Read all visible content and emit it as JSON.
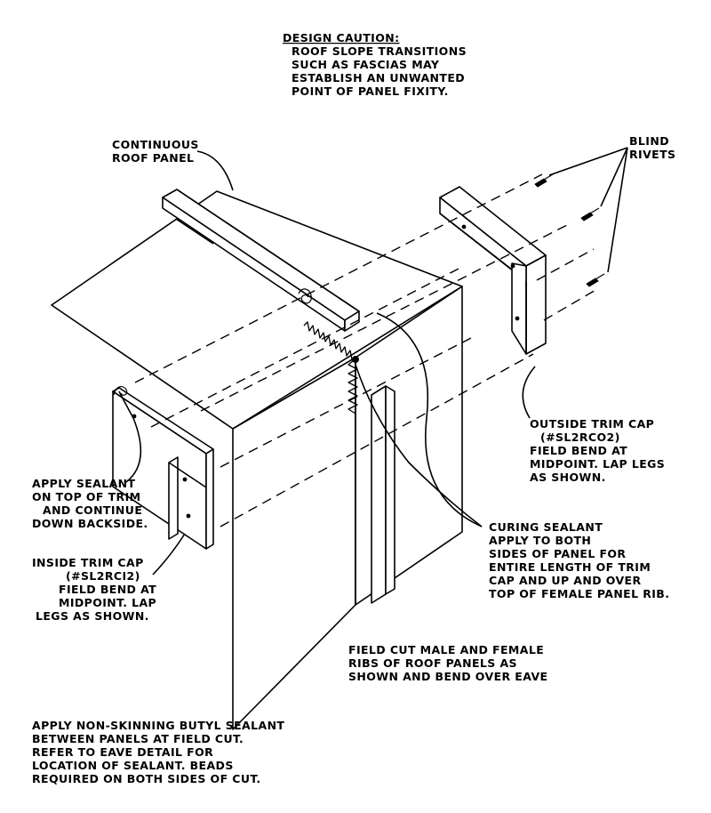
{
  "design_caution": {
    "heading": "DESIGN CAUTION:",
    "lines": [
      "ROOF SLOPE TRANSITIONS",
      "SUCH AS FASCIAS MAY",
      "ESTABLISH AN UNWANTED",
      "POINT OF PANEL FIXITY."
    ]
  },
  "continuous_roof_panel": {
    "lines": [
      "CONTINUOUS",
      "ROOF PANEL"
    ]
  },
  "blind_rivets": {
    "lines": [
      "BLIND",
      "RIVETS"
    ]
  },
  "outside_trim_cap": {
    "lines": [
      "OUTSIDE TRIM CAP",
      "(#SL2RCO2)",
      "FIELD BEND AT",
      "MIDPOINT. LAP LEGS",
      "AS SHOWN."
    ]
  },
  "apply_sealant": {
    "lines": [
      "APPLY SEALANT",
      "ON TOP OF TRIM",
      "AND CONTINUE",
      "DOWN BACKSIDE."
    ]
  },
  "inside_trim_cap": {
    "lines": [
      "INSIDE TRIM CAP",
      "(#SL2RCI2)",
      "FIELD BEND AT",
      "MIDPOINT. LAP",
      "LEGS AS SHOWN."
    ]
  },
  "curing_sealant": {
    "lines": [
      "CURING SEALANT",
      "APPLY TO BOTH",
      "SIDES OF PANEL FOR",
      "ENTIRE LENGTH OF TRIM",
      "CAP AND UP AND OVER",
      "TOP OF FEMALE PANEL RIB."
    ]
  },
  "field_cut": {
    "lines": [
      "FIELD CUT MALE AND FEMALE",
      "RIBS OF ROOF PANELS AS",
      "SHOWN AND BEND OVER EAVE"
    ]
  },
  "butyl_note": {
    "lines": [
      "APPLY NON-SKINNING BUTYL SEALANT",
      "BETWEEN PANELS AT FIELD CUT.",
      "REFER TO EAVE DETAIL FOR",
      "LOCATION OF SEALANT. BEADS",
      "REQUIRED ON BOTH SIDES OF CUT."
    ]
  }
}
